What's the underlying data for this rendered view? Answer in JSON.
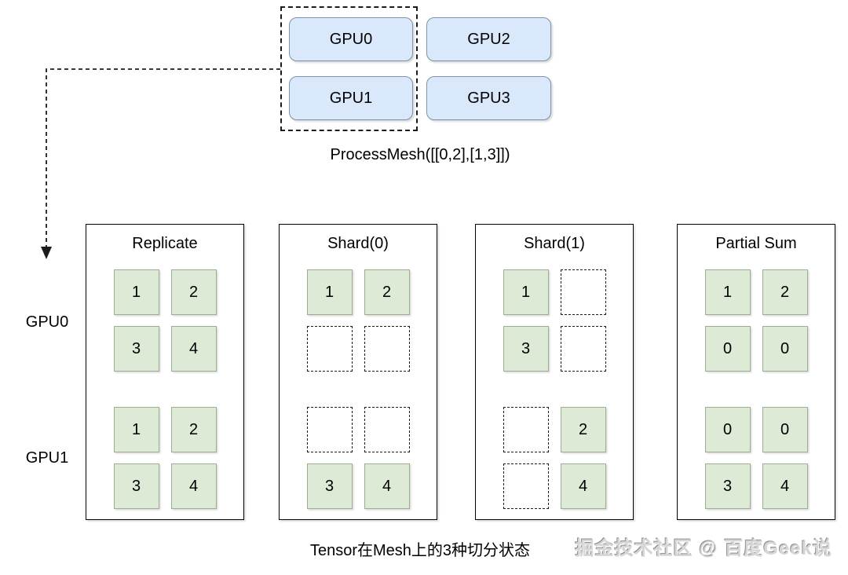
{
  "colors": {
    "gpu_box_fill": "#d9e8fa",
    "gpu_box_border": "#7d93ab",
    "cell_fill": "#dcead6",
    "cell_border": "#9cad90",
    "watermark": "#d6d6d6"
  },
  "process_mesh": {
    "gpus": [
      "GPU0",
      "GPU1",
      "GPU2",
      "GPU3"
    ],
    "label": "ProcessMesh([[0,2],[1,3]])"
  },
  "row_labels": [
    "GPU0",
    "GPU1"
  ],
  "state_boxes": [
    {
      "title": "Replicate",
      "gpu0": [
        [
          "1",
          "2"
        ],
        [
          "3",
          "4"
        ]
      ],
      "gpu1": [
        [
          "1",
          "2"
        ],
        [
          "3",
          "4"
        ]
      ]
    },
    {
      "title": "Shard(0)",
      "gpu0": [
        [
          "1",
          "2"
        ],
        [
          "",
          ""
        ]
      ],
      "gpu1": [
        [
          "",
          ""
        ],
        [
          "3",
          "4"
        ]
      ]
    },
    {
      "title": "Shard(1)",
      "gpu0": [
        [
          "1",
          ""
        ],
        [
          "3",
          ""
        ]
      ],
      "gpu1": [
        [
          "",
          "2"
        ],
        [
          "",
          "4"
        ]
      ]
    },
    {
      "title": "Partial Sum",
      "gpu0": [
        [
          "1",
          "2"
        ],
        [
          "0",
          "0"
        ]
      ],
      "gpu1": [
        [
          "0",
          "0"
        ],
        [
          "3",
          "4"
        ]
      ]
    }
  ],
  "caption": "Tensor在Mesh上的3种切分状态",
  "watermark": "掘金技术社区 @ 百度Geek说"
}
